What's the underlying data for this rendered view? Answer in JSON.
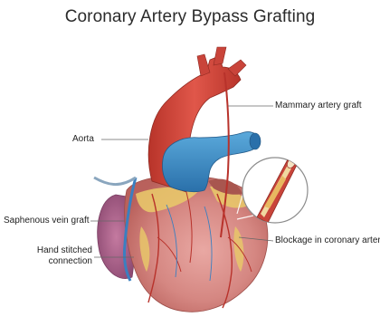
{
  "title": "Coronary Artery Bypass Grafting",
  "labels": {
    "mammary": "Mammary artery graft",
    "aorta": "Aorta",
    "saphenous": "Saphenous vein graft",
    "hand_stitched_line1": "Hand stitched",
    "hand_stitched_line2": "connection",
    "blockage": "Blockage in coronary artery"
  },
  "colors": {
    "heart_muscle": "#d98a86",
    "aorta": "#d3463a",
    "vena_cava_blue": "#3b8fc9",
    "fat_yellow": "#e8c76a",
    "vessel_red": "#b8322b",
    "vein_blue": "#3a7fc0",
    "leader_line": "#666666"
  }
}
